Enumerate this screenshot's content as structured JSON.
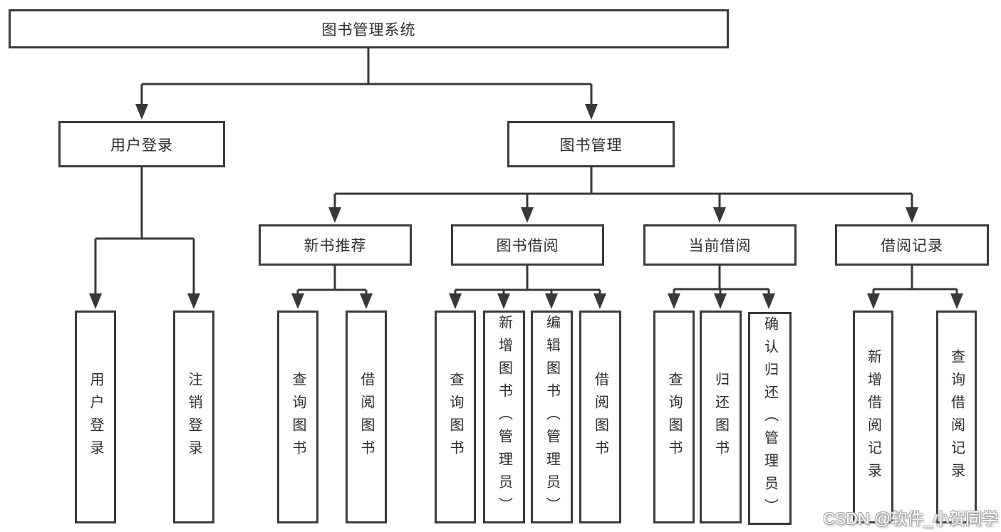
{
  "tree": {
    "root": "图书管理系统",
    "branches": [
      {
        "label": "用户登录",
        "children": [
          "用户登录",
          "注销登录"
        ]
      },
      {
        "label": "图书管理",
        "children": [
          {
            "label": "新书推荐",
            "children": [
              "查询图书",
              "借阅图书"
            ]
          },
          {
            "label": "图书借阅",
            "children": [
              "查询图书",
              "新增图书（管理员）",
              "编辑图书（管理员）",
              "借阅图书"
            ]
          },
          {
            "label": "当前借阅",
            "children": [
              "查询图书",
              "归还图书",
              "确认归还（管理员）"
            ]
          },
          {
            "label": "借阅记录",
            "children": [
              "新增借阅记录",
              "查询借阅记录"
            ]
          }
        ]
      }
    ]
  },
  "watermark": {
    "text": "CSDN @软件_小贺同学"
  },
  "colors": {
    "line": "#383838",
    "box_border": "#3b3b3b",
    "text": "#2d2d2d",
    "background": "#ffffff",
    "watermark_fill": "#fdfdfd",
    "watermark_outline": "#a9a9a9"
  }
}
